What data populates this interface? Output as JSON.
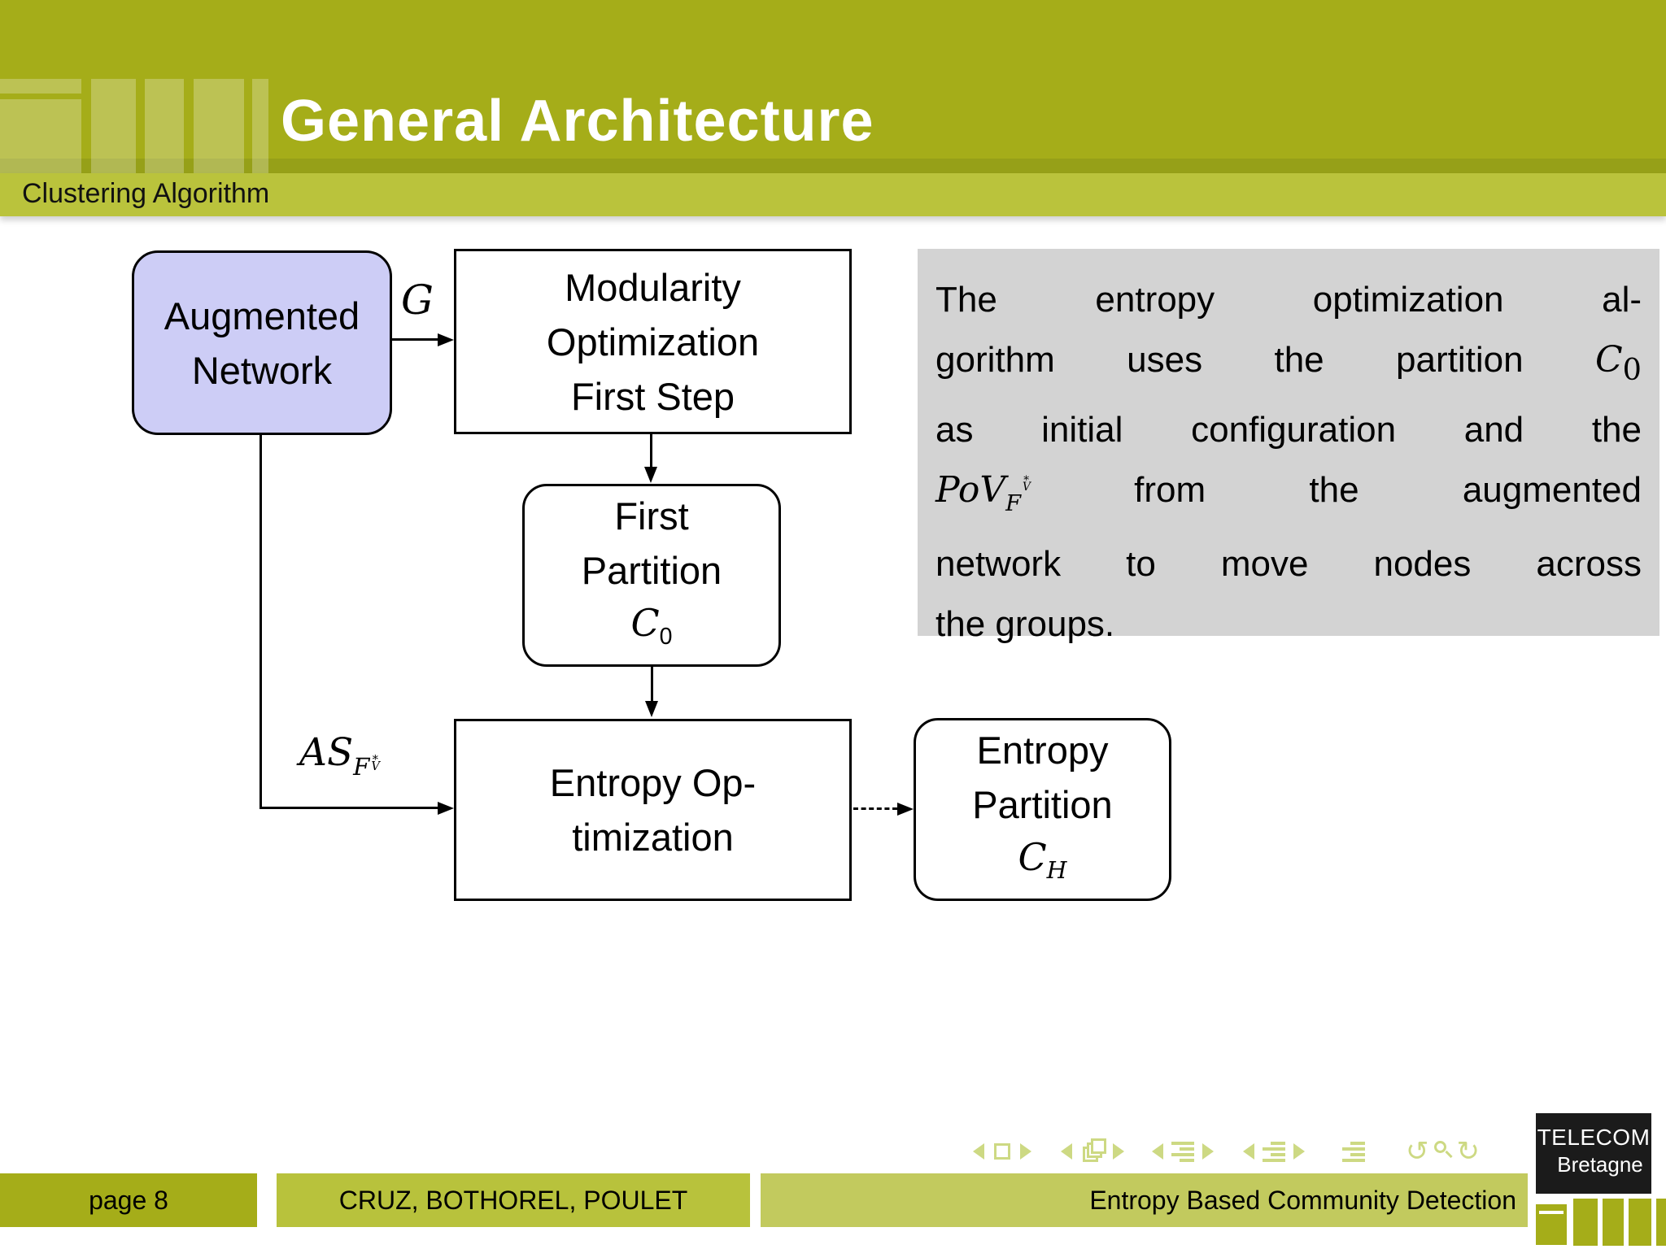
{
  "header": {
    "title": "General Architecture",
    "subtitle": "Clustering Algorithm"
  },
  "diagram": {
    "nodes": {
      "augmented": {
        "lines": [
          "Augmented",
          "Network"
        ]
      },
      "modularity": {
        "lines": [
          "Modularity",
          "Optimization",
          "First Step"
        ]
      },
      "first_partition": {
        "lines": [
          "First",
          "Partition"
        ],
        "math": {
          "main": "C",
          "sub": "0"
        }
      },
      "entropy_opt": {
        "lines": [
          "Entropy Op-",
          "timization"
        ]
      },
      "entropy_partition": {
        "lines": [
          "Entropy",
          "Partition"
        ],
        "math": {
          "main": "C",
          "sub": "H"
        }
      }
    },
    "edge_labels": {
      "g": "G",
      "as": {
        "main": "AS",
        "sub_base": "F",
        "sub_sup": "∗",
        "sub_sub": "V"
      }
    }
  },
  "note": {
    "line1": "The entropy optimization al-",
    "line2": {
      "pre": "gorithm uses the partition",
      "math_main": "C",
      "math_sub": "0"
    },
    "line3": "as initial configuration and the",
    "line4": {
      "math_main": "PoV",
      "math_sub_base": "F",
      "math_sub_sup": "∗",
      "math_sub_sub": "V",
      "post": "from the augmented"
    },
    "line5": "network to move nodes across",
    "line6": "the groups."
  },
  "footer": {
    "page": "page 8",
    "authors": "CRUZ, BOTHOREL, POULET",
    "deck_title": "Entropy Based Community Detection"
  },
  "logo": {
    "line1": "TELECOM",
    "line2": "Bretagne"
  },
  "nav": {
    "icons": [
      "prev-slide-icon",
      "slide-icon",
      "next-slide-icon",
      "prev-frame-icon",
      "frames-icon",
      "next-frame-icon",
      "prev-section-icon",
      "section-list-icon",
      "next-section-icon",
      "prev-subsection-icon",
      "subsection-list-icon",
      "next-subsection-icon",
      "appendix-list-icon",
      "undo-icon",
      "zoom-icon",
      "redo-icon"
    ]
  },
  "colors": {
    "header_olive": "#a5ad19",
    "header_strip": "#96a018",
    "subtitle_band": "#bac33c",
    "footer_block2": "#b8c23c",
    "footer_block3": "#c2ca5e",
    "nav_symbols": "#cdd983",
    "augmented_box_fill": "#cdcdf6",
    "note_gray": "#d3d3d3",
    "logo_black": "#1b1b1b"
  }
}
